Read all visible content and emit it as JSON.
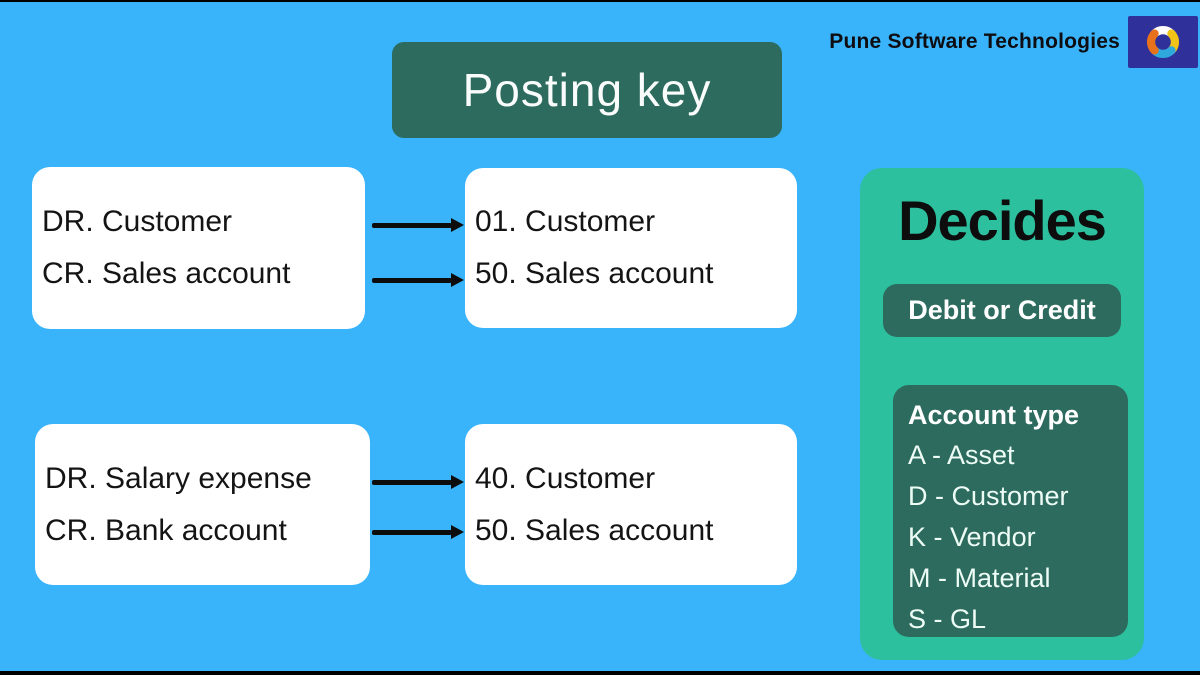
{
  "brand": {
    "name": "Pune Software Technologies",
    "logo_icon": "pinwheel-swirl-icon"
  },
  "title": "Posting key",
  "flows": [
    {
      "journal": {
        "debit": "DR. Customer",
        "credit": "CR. Sales account"
      },
      "posting": {
        "debit": "01. Customer",
        "credit": "50. Sales account"
      }
    },
    {
      "journal": {
        "debit": "DR. Salary expense",
        "credit": "CR. Bank account"
      },
      "posting": {
        "debit": "40. Customer",
        "credit": "50. Sales account"
      }
    }
  ],
  "decides": {
    "heading": "Decides",
    "badge": "Debit or Credit",
    "account_type": {
      "heading": "Account type",
      "items": [
        "A - Asset",
        "D - Customer",
        "K - Vendor",
        "M - Material",
        "S - GL"
      ]
    }
  },
  "colors": {
    "background": "#39B4FA",
    "dark_teal": "#2C6B5E",
    "panel_green": "#2CC09E",
    "box_white": "#FFFFFF",
    "text_black": "#0D0D0D",
    "logo_navy": "#30309A",
    "logo_yellow": "#F2C417",
    "logo_orange": "#E8711C",
    "logo_cyan": "#2FA8DC"
  }
}
